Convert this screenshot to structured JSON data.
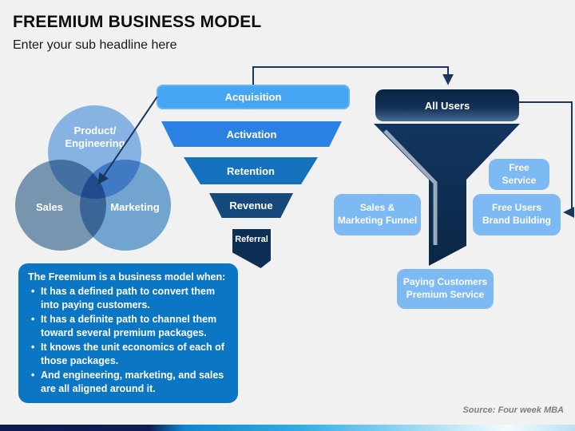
{
  "header": {
    "title": "FREEMIUM BUSINESS MODEL",
    "subtitle": "Enter your sub headline here"
  },
  "venn": {
    "product_engineering": "Product/\nEngineering",
    "sales": "Sales",
    "marketing": "Marketing"
  },
  "funnel": {
    "stages": [
      {
        "label": "Acquisition"
      },
      {
        "label": "Activation"
      },
      {
        "label": "Retention"
      },
      {
        "label": "Revenue"
      },
      {
        "label": "Referral"
      }
    ]
  },
  "right_funnel": {
    "all_users": "All Users",
    "chips": [
      {
        "label": "Free\nService"
      },
      {
        "label": "Free Users\nBrand Building"
      },
      {
        "label": "Sales &\nMarketing Funnel"
      },
      {
        "label": "Paying Customers\nPremium Service"
      }
    ]
  },
  "info_box": {
    "title": "The Freemium is a business model when:",
    "bullets": [
      "It has a defined path to convert them into paying customers.",
      "It has a definite path to channel them toward several premium packages.",
      "It knows the unit economics of each of those packages.",
      "And engineering, marketing, and sales are all aligned around it."
    ]
  },
  "source": "Source: Four week MBA",
  "colors": {
    "stage_acquisition": "#47a6f3",
    "stage_activation": "#2b80e4",
    "stage_retention": "#1471be",
    "stage_revenue": "#15497b",
    "stage_referral": "#0e2f55",
    "chip_blue": "#7db9f2",
    "info_box_blue": "#0b76c4",
    "dark_navy": "#17375e",
    "funnel_dark": "#103158"
  }
}
